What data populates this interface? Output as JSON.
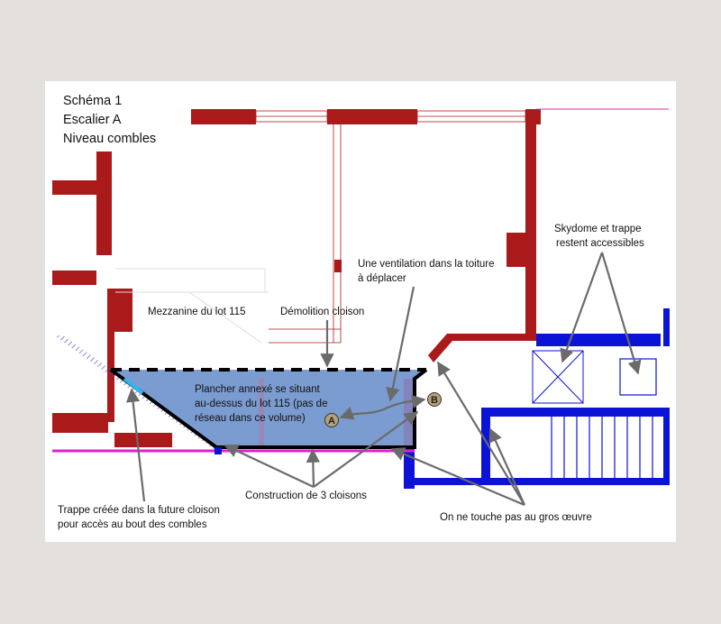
{
  "title": {
    "line1": "Schéma 1",
    "line2": "Escalier A",
    "line3": "Niveau combles"
  },
  "labels": {
    "mezzanine": "Mezzanine du lot 115",
    "demolition": "Démolition cloison",
    "ventilation_1": "Une ventilation dans la toiture",
    "ventilation_2": "à déplacer",
    "skydome_1": "Skydome et trappe",
    "skydome_2": "restent accessibles",
    "plancher_1": "Plancher annexé se situant",
    "plancher_2": "au-dessus du lot 115 (pas de",
    "plancher_3": "réseau dans ce volume)",
    "trappe_1": "Trappe créée dans la future cloison",
    "trappe_2": "pour accès au bout des combles",
    "construction": "Construction de 3 cloisons",
    "gros_oeuvre": "On ne touche pas au gros œuvre"
  },
  "markers": {
    "a": "A",
    "b": "B"
  },
  "colors": {
    "wall_red": "#ab1a1a",
    "wall_blue": "#0b14d6",
    "floor_fill": "#7b9cd0",
    "magenta": "#e020d0",
    "arrow_grey": "#6b6b6b",
    "marker_fill": "#b6a17a"
  }
}
